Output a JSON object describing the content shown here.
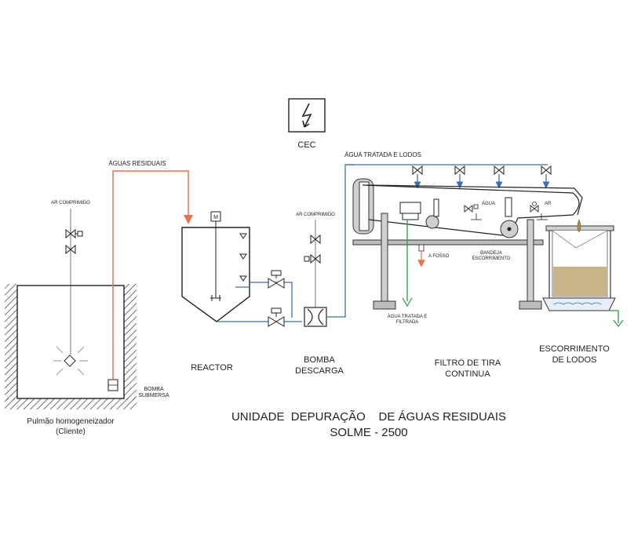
{
  "symbol": {
    "label": "CEC"
  },
  "lines": {
    "aguas_residuais": "ÁGUAS RESIDUAIS",
    "agua_tratada_lodos": "ÁGUA TRATADA E LODOS"
  },
  "labels": {
    "ar_comprimido_left": "AR COMPRIMIDO",
    "ar_comprimido_mid": "AR COMPRIMIDO",
    "motor": "M",
    "bomba_submersa_1": "BOMBA",
    "bomba_submersa_2": "SUBMERSA",
    "agua_valve": "ÁGUA",
    "ar_valve": "AR",
    "a_fosso": "A FOSSO",
    "bandeja_1": "BANDEJA",
    "bandeja_2": "ESCORRIMENTO",
    "agua_tratada_filtrada_1": "ÁGUA TRATADA E",
    "agua_tratada_filtrada_2": "FILTRADA"
  },
  "equipment": {
    "pulmao_1": "Pulmão homogeneizador",
    "pulmao_2": "(Cliente)",
    "reactor": "REACTOR",
    "bomba_descarga_1": "BOMBA",
    "bomba_descarga_2": "DESCARGA",
    "filtro_1": "FILTRO DE TIRA",
    "filtro_2": "CONTINUA",
    "escorrimento_1": "ESCORRIMENTO",
    "escorrimento_2": "DE LODOS"
  },
  "title": {
    "line1": "UNIDADE  DEPURAÇÃO    DE ÁGUAS RESIDUAIS",
    "line2": "SOLME - 2500"
  },
  "colors": {
    "wastewater": "#e8714f",
    "treated": "#3b6fb5",
    "filtered": "#2e9a44",
    "sludge": "#c9b48a"
  }
}
